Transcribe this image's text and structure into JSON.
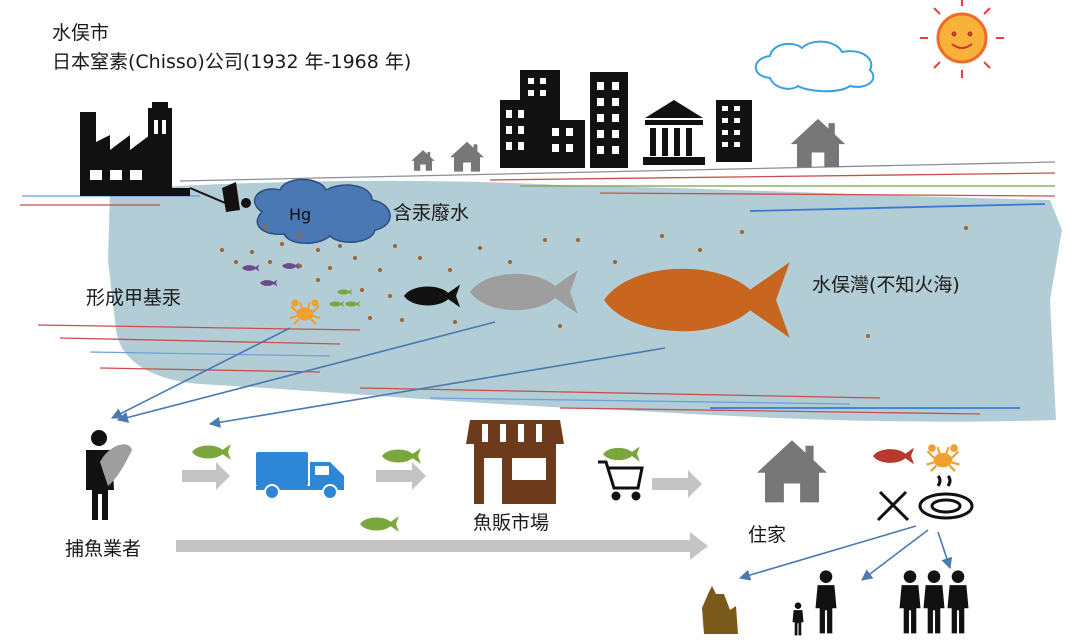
{
  "labels": {
    "city": "水俣市",
    "company": "日本窒素(Chisso)公司(1932 年-1968 年)",
    "mercury_symbol": "Hg",
    "mercury_waste": "含汞廢水",
    "methylmercury": "形成甲基汞",
    "bay": "水俣灣(不知火海)",
    "fishers": "捕魚業者",
    "fish_market": "魚販市場",
    "households": "住家"
  },
  "colors": {
    "sea": "#b3cdd6",
    "cloud": "#4a78b5",
    "arrow_blue": "#4a7ab0",
    "flow_arrow": "#c4c4c4",
    "fish_large": "#c8651f",
    "fish_gray": "#9e9e9e",
    "fish_green": "#7aa63c",
    "fish_purple": "#6b4b8c",
    "fish_red": "#b83a2d",
    "crab": "#f0a030",
    "truck": "#2e86d6",
    "shop": "#6e3a1c",
    "sun": "#f06a2a",
    "cat": "#7a5a1a"
  },
  "icons": [
    "factory-icon",
    "building-icon",
    "government-building-icon",
    "house-icon",
    "sun-icon",
    "cloud-icon",
    "fish-icon",
    "crab-icon",
    "fisherman-icon",
    "delivery-truck-icon",
    "shop-icon",
    "shopping-cart-icon",
    "fork-knife-icon",
    "noodle-bowl-icon",
    "cat-icon",
    "mother-child-icon",
    "family-icon"
  ]
}
